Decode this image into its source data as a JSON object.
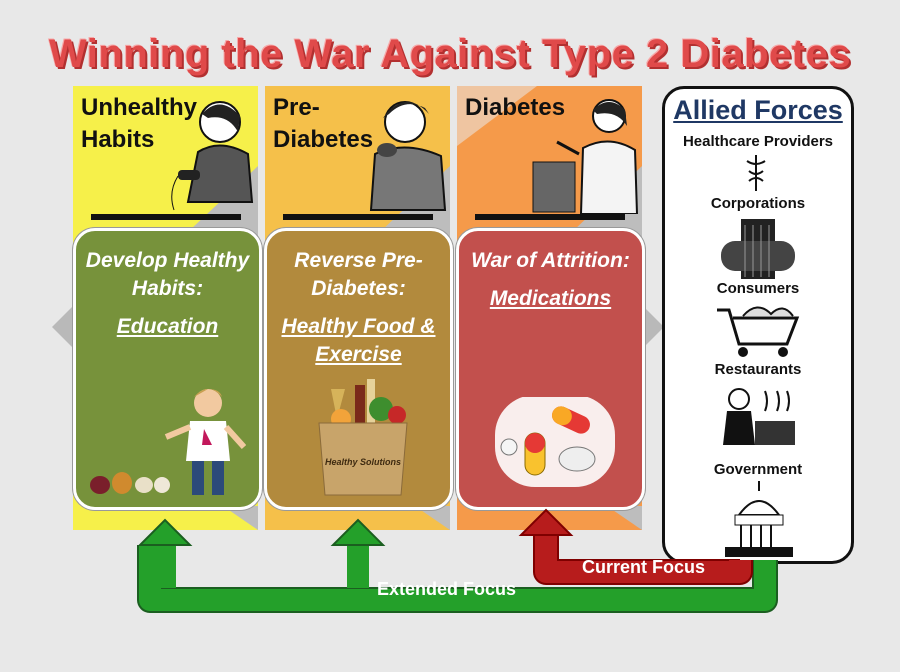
{
  "title": "Winning the War Against Type 2 Diabetes",
  "columns": [
    {
      "heading": "Unhealthy\nHabits",
      "panel_text": "Develop Healthy Habits:",
      "panel_link": "Education",
      "color": "#f6f04a",
      "panel_color": "#77923b"
    },
    {
      "heading": "Pre-\nDiabetes",
      "panel_text": "Reverse Pre-Diabetes:",
      "panel_link": "Healthy Food & Exercise",
      "color": "#f5c04a",
      "panel_color": "#b28a3d"
    },
    {
      "heading": "Diabetes",
      "panel_text": "War of Attrition:",
      "panel_link": "Medications",
      "color": "#f59a4a",
      "panel_color": "#c2504d"
    }
  ],
  "allied": {
    "title": "Allied Forces",
    "items": [
      "Healthcare Providers",
      "Corporations",
      "Consumers",
      "Restaurants",
      "Government"
    ]
  },
  "current_focus": "Current Focus",
  "extended_focus": "Extended Focus",
  "bag_text": "Healthy Solutions",
  "colors": {
    "green_arrow": "#24a02a",
    "red_arrow": "#b71c1c",
    "title": "#e04a4a"
  }
}
